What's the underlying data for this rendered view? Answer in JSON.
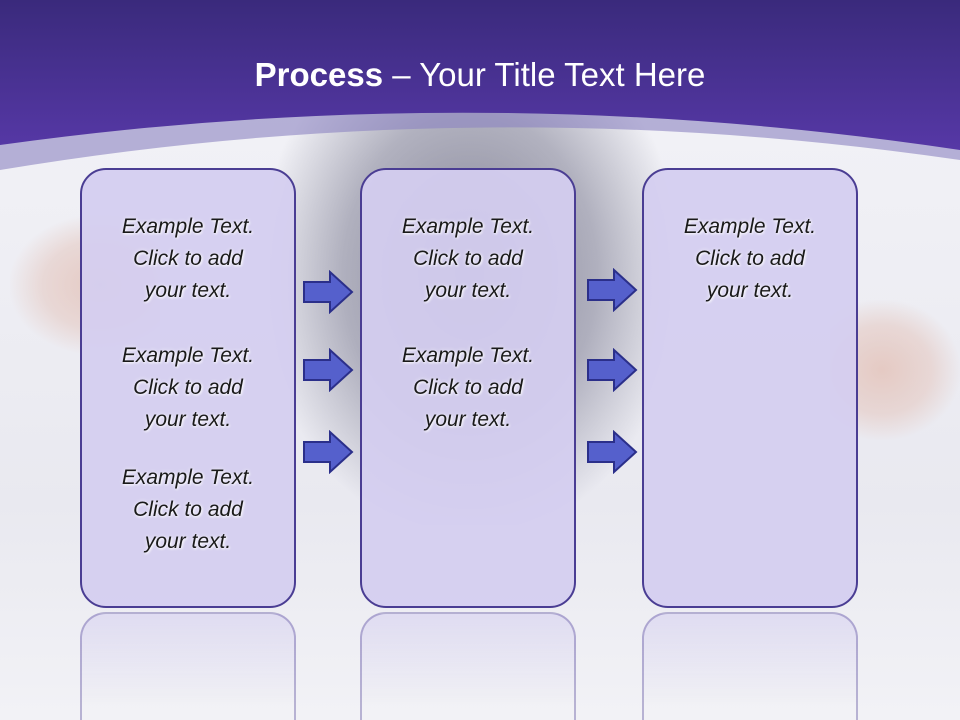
{
  "title": {
    "bold": "Process",
    "rest": " – Your Title Text Here"
  },
  "columns": [
    {
      "blocks": [
        {
          "line1": "Example Text.",
          "line2": "Click  to add",
          "line3": "your text."
        },
        {
          "line1": "Example Text.",
          "line2": "Click  to add",
          "line3": "your text."
        },
        {
          "line1": "Example Text.",
          "line2": "Click  to add",
          "line3": "your text."
        }
      ]
    },
    {
      "blocks": [
        {
          "line1": "Example Text.",
          "line2": "Click  to add",
          "line3": "your text."
        },
        {
          "line1": "Example Text.",
          "line2": "Click  to add",
          "line3": "your text."
        }
      ]
    },
    {
      "blocks": [
        {
          "line1": "Example Text.",
          "line2": "Click  to add",
          "line3": "your text."
        }
      ]
    }
  ],
  "colors": {
    "header": "#3b2c82",
    "box_fill": "#d4cef0",
    "box_border": "#4a3d93",
    "arrow": "#5560cc"
  }
}
